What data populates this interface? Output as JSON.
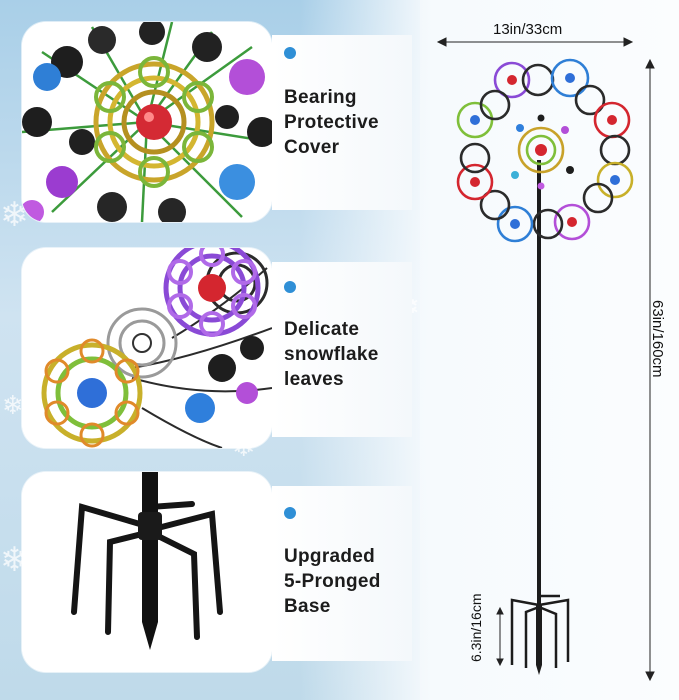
{
  "features": [
    {
      "text": "Bearing\nProtective\nCover",
      "bullet_color": "#2f8fd6"
    },
    {
      "text": "Delicate\nsnowflake\nleaves",
      "bullet_color": "#2f8fd6"
    },
    {
      "text": "Upgraded\n5-Pronged\nBase",
      "bullet_color": "#2f8fd6"
    }
  ],
  "dimensions": {
    "width": "13in/33cm",
    "height": "63in/160cm",
    "base": "6.3in/16cm"
  },
  "icons": [
    "snowflake-icon",
    "bullet-dot-icon"
  ]
}
